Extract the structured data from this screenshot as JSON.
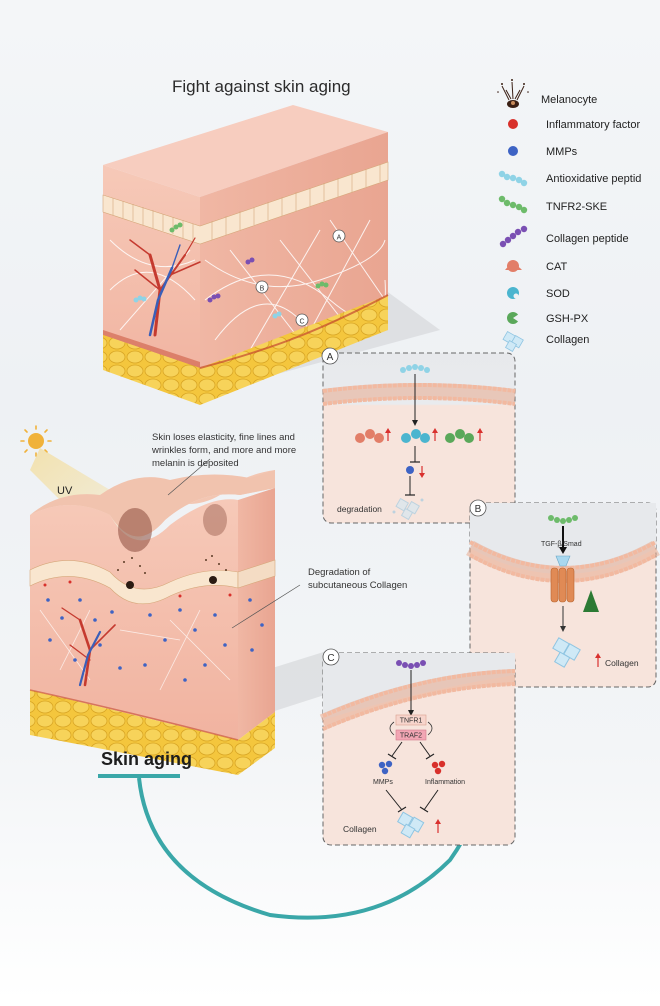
{
  "title": "Fight against skin aging",
  "legend": [
    {
      "label": "Melanocyte",
      "icon": "melanocyte-icon"
    },
    {
      "label": "Inflammatory factor",
      "icon": "inflammatory-factor-icon",
      "color": "#d8302b"
    },
    {
      "label": "MMPs",
      "icon": "mmps-icon",
      "color": "#3e63c4"
    },
    {
      "label": "Antioxidative peptid",
      "icon": "antioxidative-peptide-icon",
      "color": "#8fd3e6"
    },
    {
      "label": "TNFR2-SKE",
      "icon": "tnfr2-ske-icon",
      "color": "#6dbb6a"
    },
    {
      "label": "Collagen peptide",
      "icon": "collagen-peptide-icon",
      "color": "#7a4fb3"
    },
    {
      "label": "CAT",
      "icon": "cat-enzyme-icon",
      "color": "#e27e68"
    },
    {
      "label": "SOD",
      "icon": "sod-enzyme-icon",
      "color": "#4bb5cf"
    },
    {
      "label": "GSH-PX",
      "icon": "gsh-px-enzyme-icon",
      "color": "#5aa85a"
    },
    {
      "label": "Collagen",
      "icon": "collagen-icon",
      "color": "#a9d8ef"
    }
  ],
  "healthy_skin": {
    "markers": [
      "A",
      "B",
      "C"
    ]
  },
  "aged_skin": {
    "uv_label": "UV",
    "annotation_top": [
      "Skin loses elasticity, fine lines and",
      "wrinkles form, and more and more",
      "melanin is deposited"
    ],
    "annotation_mid": [
      "Degradation of",
      "subcutaneous Collagen"
    ],
    "caption": "Skin aging"
  },
  "panel_a": {
    "label": "A",
    "degradation": "degradation"
  },
  "panel_b": {
    "label": "B",
    "pathway": "TGF-β/Smad",
    "collagen": "Collagen"
  },
  "panel_c": {
    "label": "C",
    "tnfr1": "TNFR1",
    "traf2": "TRAF2",
    "mmps": "MMPs",
    "inflammation": "Inflammation",
    "collagen": "Collagen"
  },
  "colors": {
    "skin": "#f3b9a7",
    "fat": "#f0c23a",
    "inhibit": "#3aa7a8",
    "up_arrow": "#d9312e",
    "panel_bg": "#f7e3dc"
  }
}
